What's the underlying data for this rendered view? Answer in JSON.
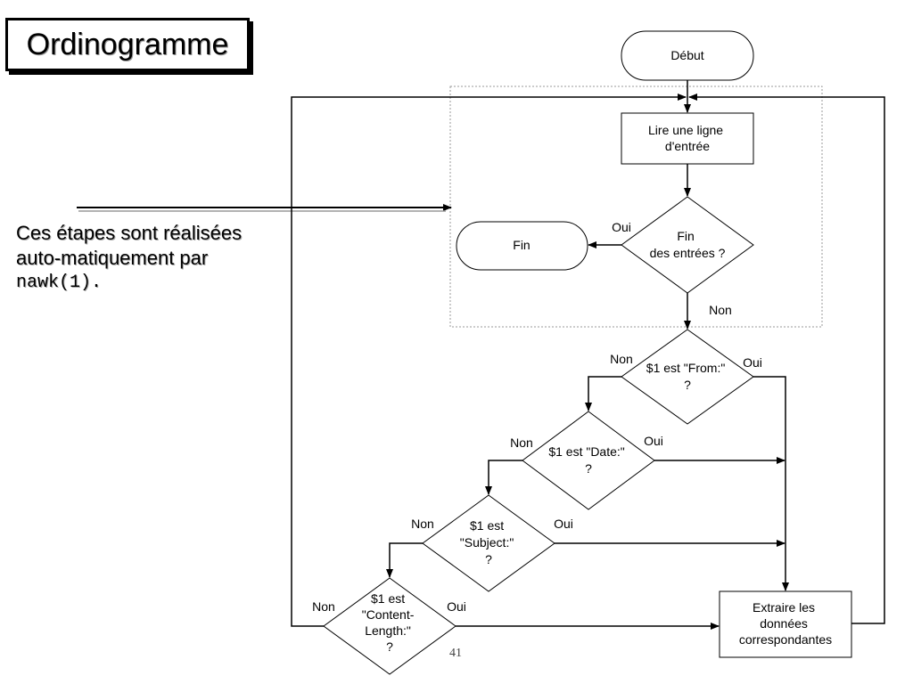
{
  "title": "Ordinogramme",
  "note": {
    "line1": "Ces étapes sont réalisées",
    "line2": "auto-matiquement par",
    "command": "nawk(1)."
  },
  "nodes": {
    "start": "Début",
    "read_line": [
      "Lire une ligne",
      "d'entrée"
    ],
    "end_of_input": [
      "Fin",
      "des entrées ?"
    ],
    "end": "Fin",
    "from": [
      "$1 est \"From:\"",
      "?"
    ],
    "date": [
      "$1 est \"Date:\"",
      "?"
    ],
    "subject": [
      "$1 est",
      "\"Subject:\"",
      "?"
    ],
    "content_length": [
      "$1 est",
      "\"Content-",
      "Length:\"",
      "?"
    ],
    "extract": [
      "Extraire les",
      "données",
      "correspondantes"
    ]
  },
  "labels": {
    "yes": "Oui",
    "no": "Non"
  },
  "page_number": "41"
}
